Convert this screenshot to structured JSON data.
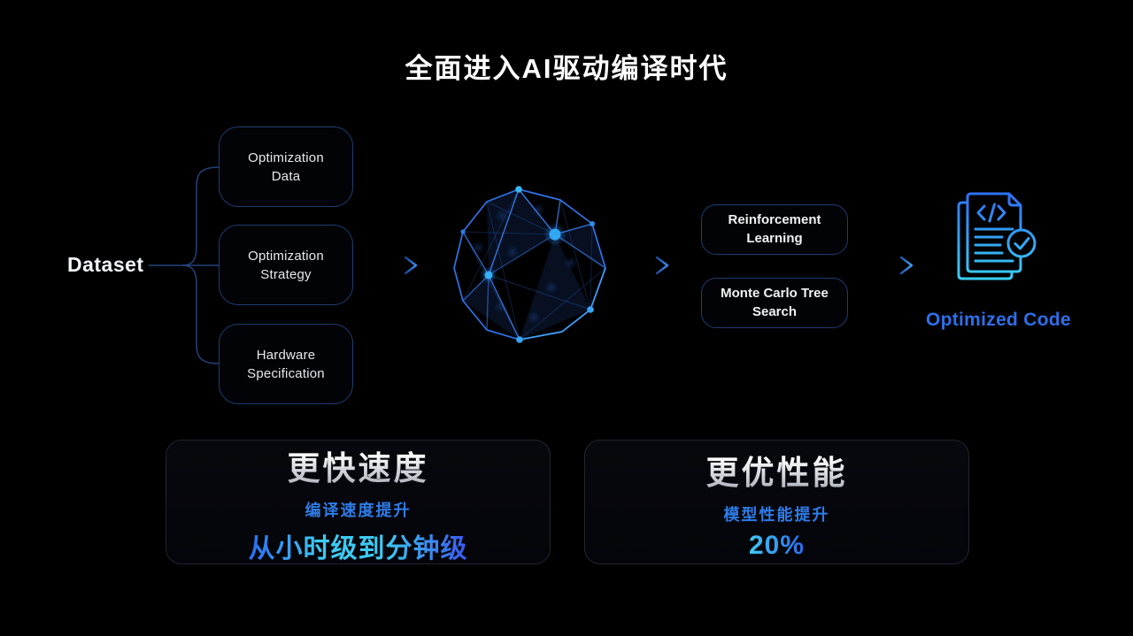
{
  "title": "全面进入AI驱动编译时代",
  "flow": {
    "dataset_label": "Dataset",
    "input_boxes": [
      {
        "label": "Optimization Data"
      },
      {
        "label": "Optimization Strategy"
      },
      {
        "label": "Hardware Specification"
      }
    ],
    "center_node": "neural-network-sphere",
    "method_boxes": [
      {
        "label": "Reinforcement Learning"
      },
      {
        "label": "Monte Carlo Tree Search"
      }
    ],
    "output_label": "Optimized Code"
  },
  "cards": [
    {
      "title": "更快速度",
      "subtitle": "编译速度提升",
      "value": "从小时级到分钟级"
    },
    {
      "title": "更优性能",
      "subtitle": "模型性能提升",
      "value": "20%"
    }
  ],
  "colors": {
    "accent_blue": "#2e7bf0",
    "accent_cyan": "#3ec9f2",
    "box_border": "#1f3d70",
    "connector": "#24437c",
    "card_border": "#23252f",
    "output_label_blue": "#2e6fe8"
  }
}
